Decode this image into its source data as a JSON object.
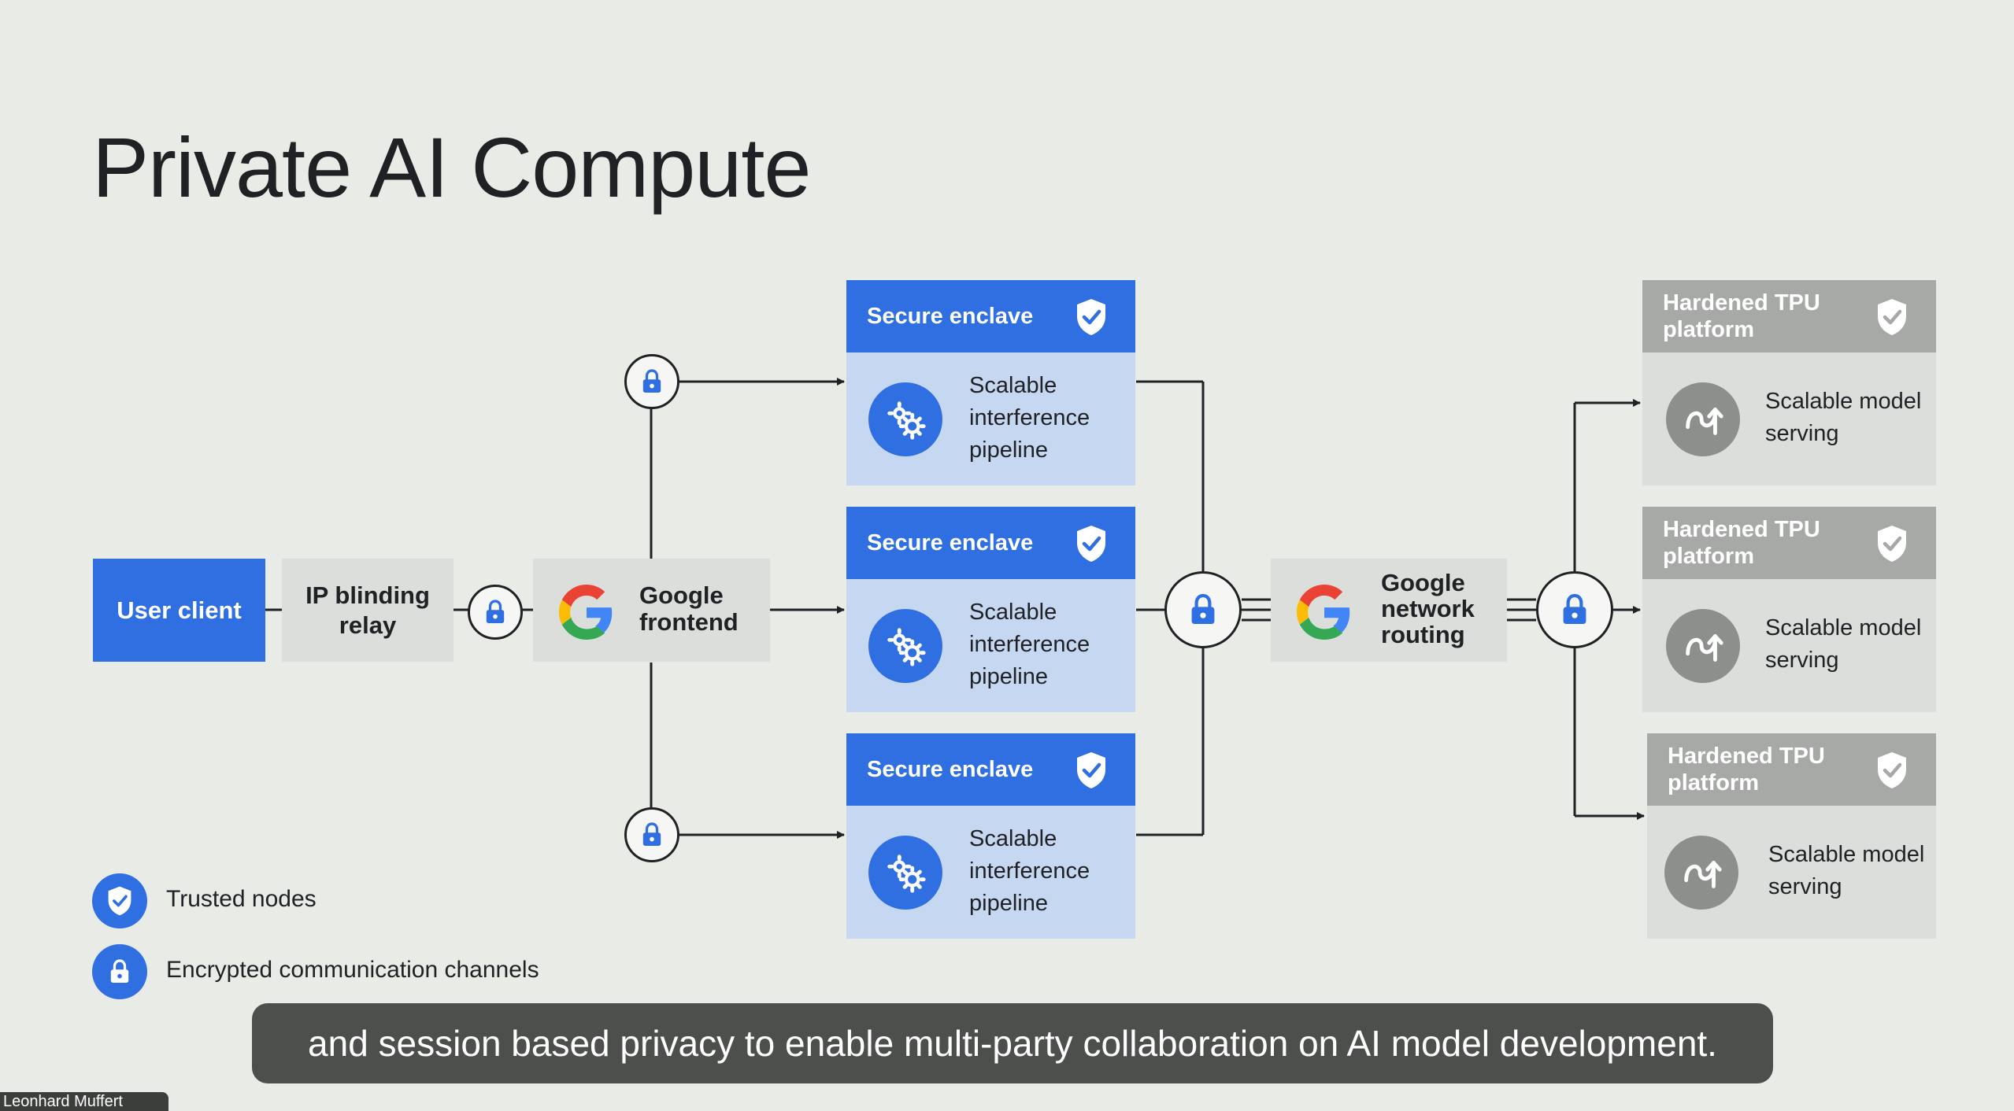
{
  "title": "Private AI Compute",
  "nodes": {
    "user_client": "User client",
    "ip_relay": "IP blinding relay",
    "google_frontend": "Google frontend",
    "network_routing": "Google network routing"
  },
  "enclaves": [
    {
      "header": "Secure enclave",
      "body": "Scalable interference pipeline"
    },
    {
      "header": "Secure enclave",
      "body": "Scalable interference pipeline"
    },
    {
      "header": "Secure enclave",
      "body": "Scalable interference pipeline"
    }
  ],
  "tpus": [
    {
      "header": "Hardened TPU platform",
      "body": "Scalable model serving"
    },
    {
      "header": "Hardened TPU platform",
      "body": "Scalable model serving"
    },
    {
      "header": "Hardened TPU platform",
      "body": "Scalable model serving"
    }
  ],
  "legend": {
    "trusted": "Trusted nodes",
    "encrypted": "Encrypted communication channels"
  },
  "caption": "and session based privacy to enable multi-party collaboration on AI model development.",
  "speaker_tag": "Leonhard Muffert",
  "icons": {
    "shield": "shield-check-icon",
    "lock": "lock-icon",
    "gears": "gears-icon",
    "model": "model-serving-icon",
    "google": "google-logo"
  },
  "colors": {
    "accent_blue": "#2f6fe2",
    "enclave_body": "#c6d7f1",
    "tpu_header": "#a7a9a7",
    "node_gray": "#dcdedb",
    "background": "#e9ebe7"
  }
}
